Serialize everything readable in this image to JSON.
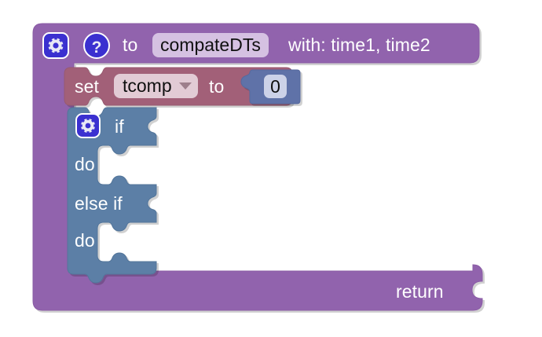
{
  "app": {
    "type": "blockly-visual-programming",
    "background": "#ffffff"
  },
  "colors": {
    "procedure_block": "#9163ad",
    "procedure_block_dark": "#7d519a",
    "set_block": "#a26178",
    "if_block": "#5b7fa6",
    "number_block": "#5f72a8",
    "icon_blue": "#3b30d0",
    "name_field_bg": "#d5c1e2",
    "dropdown_field_bg": "#e2cbd5",
    "number_field_bg": "#ccd2e8",
    "text_light": "#ffffff",
    "text_dark": "#101010"
  },
  "procedure_block": {
    "name": "procedure-definition-block",
    "mutator_icon": "gear-icon",
    "help_icon": "question-mark-icon",
    "to_label": "to",
    "procedure_name": "compateDTs",
    "with_label": "with: time1, time2",
    "return_label": "return"
  },
  "set_block": {
    "name": "set-variable-block",
    "set_label": "set",
    "variable": "tcomp",
    "dropdown_icon": "chevron-down-icon",
    "to_label": "to",
    "value_block": {
      "name": "number-block",
      "value": "0"
    }
  },
  "if_block": {
    "name": "if-else-if-block",
    "mutator_icon": "gear-icon",
    "rows": [
      {
        "label": "if",
        "kind": "condition"
      },
      {
        "label": "do",
        "kind": "statement"
      },
      {
        "label": "else if",
        "kind": "condition"
      },
      {
        "label": "do",
        "kind": "statement"
      }
    ]
  }
}
